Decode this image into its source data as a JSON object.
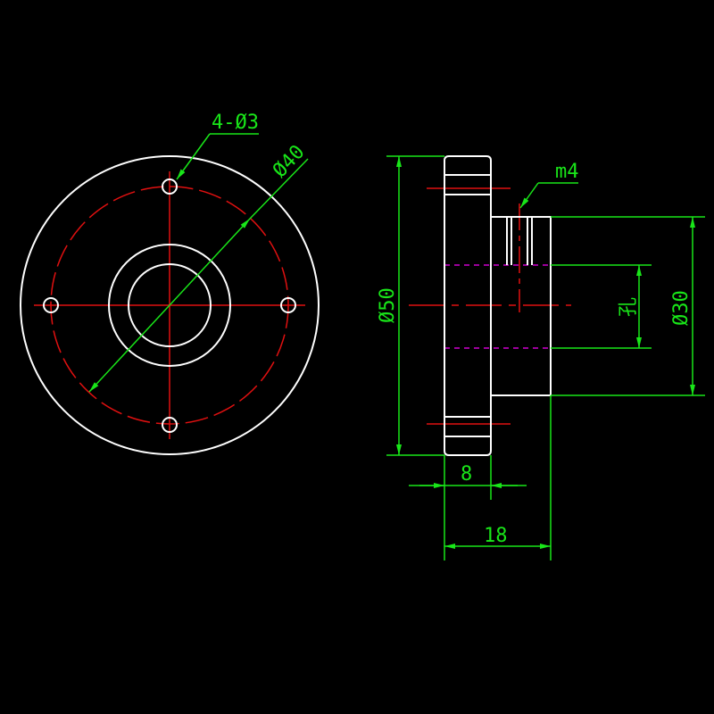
{
  "colors": {
    "background": "#000000",
    "outline": "#ffffff",
    "center_line": "#e01010",
    "dimension": "#19e619",
    "hidden_line": "#d000d0"
  },
  "labels": {
    "holes": "4-Ø3",
    "pcd": "Ø40",
    "thread": "m4",
    "flange_dia": "Ø50",
    "bore": "孔",
    "hub_dia": "Ø30",
    "flange_width": "8",
    "total_length": "18"
  }
}
